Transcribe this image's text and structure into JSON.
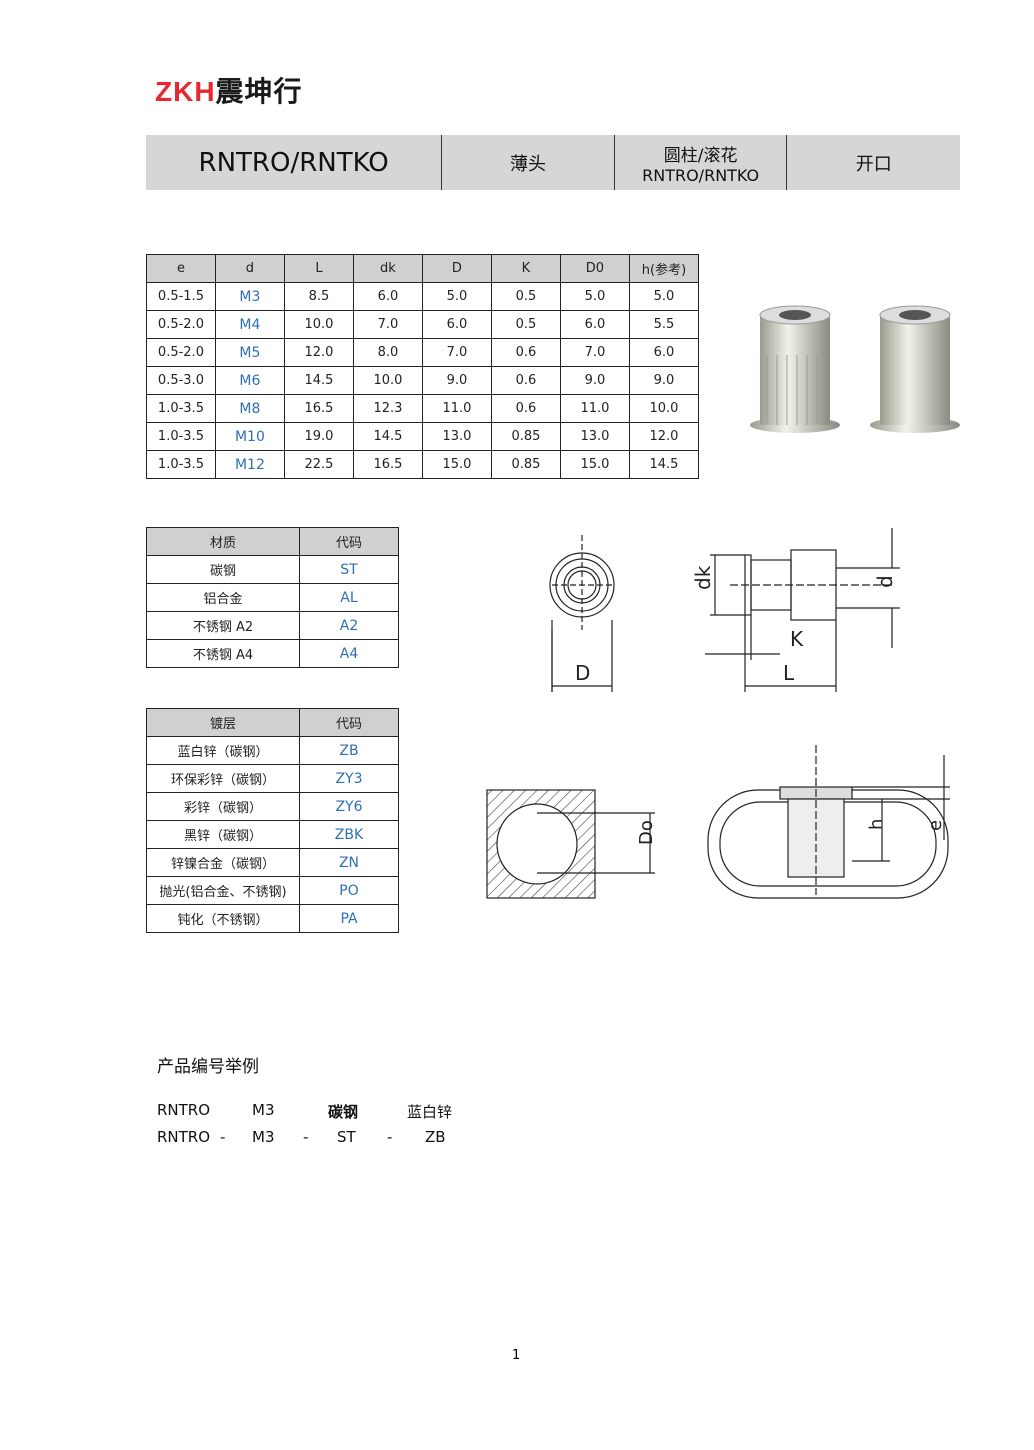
{
  "logo": {
    "en": "ZKH",
    "cn": "震坤行"
  },
  "header": {
    "model": "RNTRO/RNTKO",
    "head": "薄头",
    "shape_line1": "圆柱/滚花",
    "shape_line2": "RNTRO/RNTKO",
    "end": "开口"
  },
  "dims": {
    "headers": [
      "e",
      "d",
      "L",
      "dk",
      "D",
      "K",
      "D0",
      "h(参考)"
    ],
    "rows": [
      [
        "0.5-1.5",
        "M3",
        "8.5",
        "6.0",
        "5.0",
        "0.5",
        "5.0",
        "5.0"
      ],
      [
        "0.5-2.0",
        "M4",
        "10.0",
        "7.0",
        "6.0",
        "0.5",
        "6.0",
        "5.5"
      ],
      [
        "0.5-2.0",
        "M5",
        "12.0",
        "8.0",
        "7.0",
        "0.6",
        "7.0",
        "6.0"
      ],
      [
        "0.5-3.0",
        "M6",
        "14.5",
        "10.0",
        "9.0",
        "0.6",
        "9.0",
        "9.0"
      ],
      [
        "1.0-3.5",
        "M8",
        "16.5",
        "12.3",
        "11.0",
        "0.6",
        "11.0",
        "10.0"
      ],
      [
        "1.0-3.5",
        "M10",
        "19.0",
        "14.5",
        "13.0",
        "0.85",
        "13.0",
        "12.0"
      ],
      [
        "1.0-3.5",
        "M12",
        "22.5",
        "16.5",
        "15.0",
        "0.85",
        "15.0",
        "14.5"
      ]
    ]
  },
  "material": {
    "headers": [
      "材质",
      "代码"
    ],
    "rows": [
      [
        "碳钢",
        "ST"
      ],
      [
        "铝合金",
        "AL"
      ],
      [
        "不锈钢 A2",
        "A2"
      ],
      [
        "不锈钢 A4",
        "A4"
      ]
    ]
  },
  "plating": {
    "headers": [
      "镀层",
      "代码"
    ],
    "rows": [
      [
        "蓝白锌（碳钢）",
        "ZB"
      ],
      [
        "环保彩锌（碳钢）",
        "ZY3"
      ],
      [
        "彩锌（碳钢）",
        "ZY6"
      ],
      [
        "黑锌（碳钢）",
        "ZBK"
      ],
      [
        "锌镍合金（碳钢）",
        "ZN"
      ],
      [
        "抛光(铝合金、不锈钢)",
        "PO"
      ],
      [
        "钝化（不锈钢）",
        "PA"
      ]
    ]
  },
  "drawing_labels": {
    "D": "D",
    "dk": "dk",
    "d": "d",
    "K": "K",
    "L": "L",
    "Do": "Do",
    "h": "h",
    "e": "e"
  },
  "example": {
    "title": "产品编号举例",
    "labels": [
      "RNTRO",
      "M3",
      "碳钢",
      "蓝白锌"
    ],
    "codes": [
      "RNTRO",
      "M3",
      "ST",
      "ZB"
    ],
    "sep": "-"
  },
  "page_number": "1",
  "colors": {
    "accent": "#2e6fb5",
    "logo_red": "#e8282f",
    "header_bg": "#d6d6d6"
  }
}
